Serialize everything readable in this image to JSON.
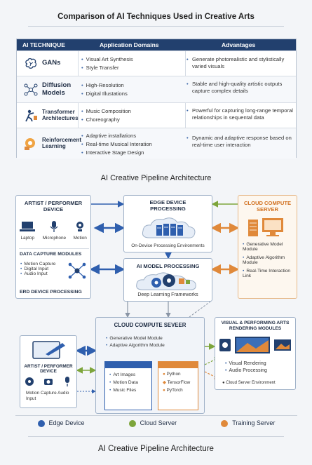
{
  "page_title": "Comparison of AI Techniques Used in Creative Arts",
  "table": {
    "headers": [
      "AI TECHNIQUE",
      "Application Domains",
      "Advantages"
    ],
    "rows": [
      {
        "technique": "GANs",
        "domains": [
          "Visual Art Synthesis",
          "Style Transfer"
        ],
        "advantage": "Generate photorealistic and stylistically varied visuals",
        "icon": "brain-icon"
      },
      {
        "technique": "Diffusion Models",
        "domains": [
          "High-Resolution",
          "Digital Illustations"
        ],
        "advantage": "Stable and high-quality artistic outputs capture complex details",
        "icon": "network-icon"
      },
      {
        "technique": "Transformer Architectures",
        "domains": [
          "Music Composition",
          "Choreography"
        ],
        "advantage": "Powerful for capturing long-range temporal relationships in sequental data",
        "icon": "performer-icon"
      },
      {
        "technique": "Reinforcement Learning",
        "domains": [
          "Adaptive installations",
          "Real-time Musical Interation",
          "Interactive Stage Design"
        ],
        "advantage": "Dynamic and adaptive response based on real-time user interaction",
        "icon": "gear-brain-icon"
      }
    ]
  },
  "section_title": "AI Creative Pipeline Architecture",
  "diagram": {
    "artist_device": {
      "title": "ARTIST / PERFORMER DEVICE",
      "devices": [
        "Laptop",
        "Microphone",
        "Motion"
      ]
    },
    "data_capture": {
      "title": "DATA CAPTURE MODULES",
      "items": [
        "Motion Capture",
        "Digital Input",
        "Audio Input"
      ]
    },
    "erd_label": "ERD DEVICE PROCESSING",
    "edge": {
      "title": "EDGE DEVICE PROCESSING",
      "caption": "On-Device Processing Environments"
    },
    "cloud_server_top": {
      "title": "CLOUD COMPUTE SERVER",
      "items": [
        "Generative Model Module",
        "Adaptive Algorithm Module",
        "Real-Time Interaction Link"
      ]
    },
    "ai_model": {
      "title": "AI MODEL PROCESSING",
      "caption": "Deep Learning Frameworks"
    },
    "cloud_center": {
      "title": "CLOUD COMPUTE SEVEER",
      "items": [
        "Generative Model Module",
        "Adaptive Algorithm Module"
      ],
      "data_items": [
        "Art Images",
        "Motion Data",
        "Music Files"
      ],
      "frameworks": [
        "Python",
        "TensorFlow",
        "PyTorch"
      ]
    },
    "artist_bottom": {
      "title": "ARTIST / PERFORMER DEVICE",
      "caption": "Motion Capture Audio Input"
    },
    "rendering": {
      "title": "VISUAL & PERFORMING ARTS RENDERING MODULES",
      "items": [
        "Visual Rendering",
        "Audio Processing"
      ],
      "env": "Cloud Server Environment"
    }
  },
  "legend": [
    {
      "label": "Edge Device",
      "color": "#2f5fae"
    },
    {
      "label": "Cloud Server",
      "color": "#7da53b"
    },
    {
      "label": "Training Server",
      "color": "#e0893a"
    }
  ],
  "footer_title": "AI Creative Pipeline Architecture"
}
